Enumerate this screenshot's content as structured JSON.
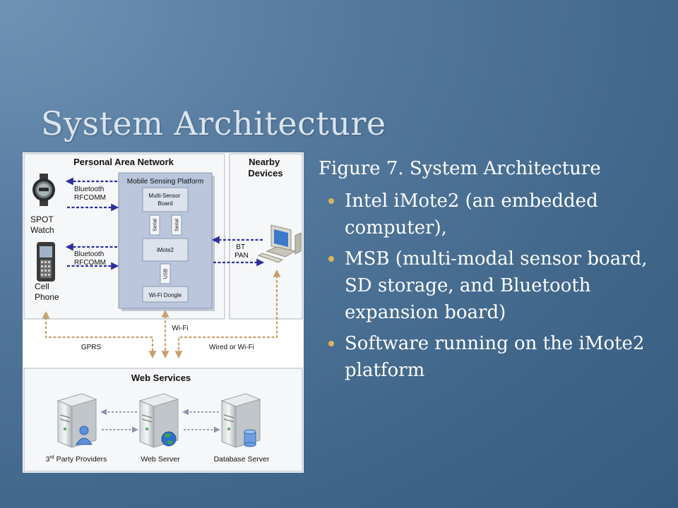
{
  "slide": {
    "title": "System Architecture",
    "caption": "Figure 7. System Architecture",
    "bullets": [
      "Intel iMote2 (an embedded computer),",
      "MSB (multi-modal sensor board, SD storage, and Bluetooth expansion board)",
      "Software running on the iMote2 platform"
    ]
  },
  "diagram": {
    "pan_title": "Personal Area Network",
    "nearby_title": "Nearby Devices",
    "nearby_title_lines": [
      "Nearby",
      "Devices"
    ],
    "platform_title": "Mobile Sensing Platform",
    "msb_lines": [
      "Multi-Sensor",
      "Board"
    ],
    "imote_label": "iMote2",
    "wifi_dongle_label": "Wi-Fi Dongle",
    "serial_label": "Serial",
    "usb_label": "USB",
    "watch_link_lines": [
      "Bluetooth",
      "RFCOMM"
    ],
    "phone_link_lines": [
      "Bluetooth",
      "RFCOMM"
    ],
    "watch_lines": [
      "SPOT",
      "Watch"
    ],
    "phone_lines": [
      "Cell",
      "Phone"
    ],
    "bt_pan_lines": [
      "BT",
      "PAN"
    ],
    "gprs_label": "GPRS",
    "wifi_label": "Wi-Fi",
    "wired_label": "Wired or Wi-Fi",
    "web_services_title": "Web Services",
    "server_third_party": "3rd Party Providers",
    "server_third_party_main": "3",
    "server_third_party_sup": "rd",
    "server_third_party_rest": " Party Providers",
    "server_web": "Web Server",
    "server_db": "Database Server"
  },
  "colors": {
    "bluetooth_arrow": "#2f2f9c",
    "network_arrow": "#c8a070",
    "platform_fill": "#b9c6dc",
    "title_text": "#d9e4ee",
    "bullet_dot": "#d9b65a"
  },
  "icons": [
    "spot-watch-icon",
    "cell-phone-icon",
    "computer-icon",
    "server-icon",
    "user-icon",
    "globe-icon",
    "database-icon"
  ]
}
